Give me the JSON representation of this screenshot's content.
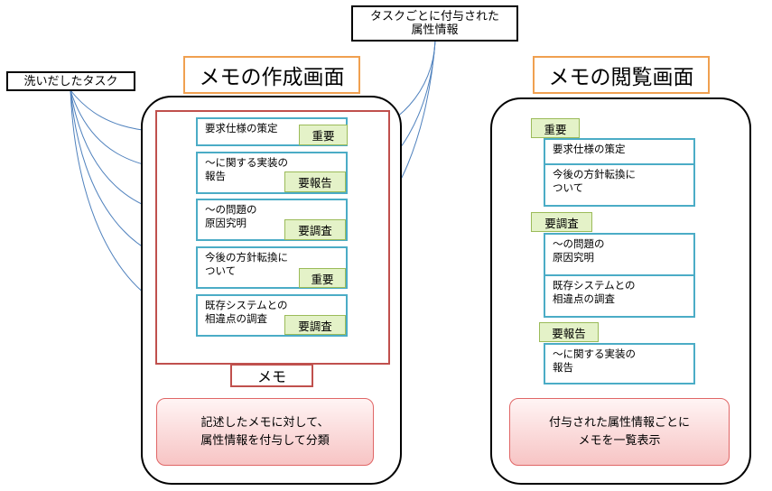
{
  "labels": {
    "tasks_callout": "洗いだしたタスク",
    "attr_callout_line1": "タスクごとに付与された",
    "attr_callout_line2": "属性情報",
    "create_title": "メモの作成画面",
    "view_title": "メモの閲覧画面",
    "memo_label": "メモ"
  },
  "create_tasks": [
    {
      "line1": "要求仕様の策定",
      "line2": "",
      "tag": "重要"
    },
    {
      "line1": "～に関する実装の",
      "line2": "報告",
      "tag": "要報告"
    },
    {
      "line1": "～の問題の",
      "line2": "原因究明",
      "tag": "要調査"
    },
    {
      "line1": "今後の方針転換に",
      "line2": "ついて",
      "tag": "重要"
    },
    {
      "line1": "既存システムとの",
      "line2": "相違点の調査",
      "tag": "要調査"
    }
  ],
  "view_groups": [
    {
      "tag": "重要",
      "items": [
        {
          "line1": "要求仕様の策定",
          "line2": ""
        },
        {
          "line1": "今後の方針転換に",
          "line2": "ついて"
        }
      ]
    },
    {
      "tag": "要調査",
      "items": [
        {
          "line1": "～の問題の",
          "line2": "原因究明"
        },
        {
          "line1": "既存システムとの",
          "line2": "相違点の調査"
        }
      ]
    },
    {
      "tag": "要報告",
      "items": [
        {
          "line1": "～に関する実装の",
          "line2": "報告"
        }
      ]
    }
  ],
  "notes": {
    "create_line1": "記述したメモに対して、",
    "create_line2": "属性情報を付与して分類",
    "view_line1": "付与された属性情報ごとに",
    "view_line2": "メモを一覧表示"
  },
  "colors": {
    "task_border": "#4bacc6",
    "tag_fill": "#e4f2c8",
    "memo_frame": "#c0504d",
    "title_border": "#f0a050",
    "arrow": "#4f81bd"
  }
}
